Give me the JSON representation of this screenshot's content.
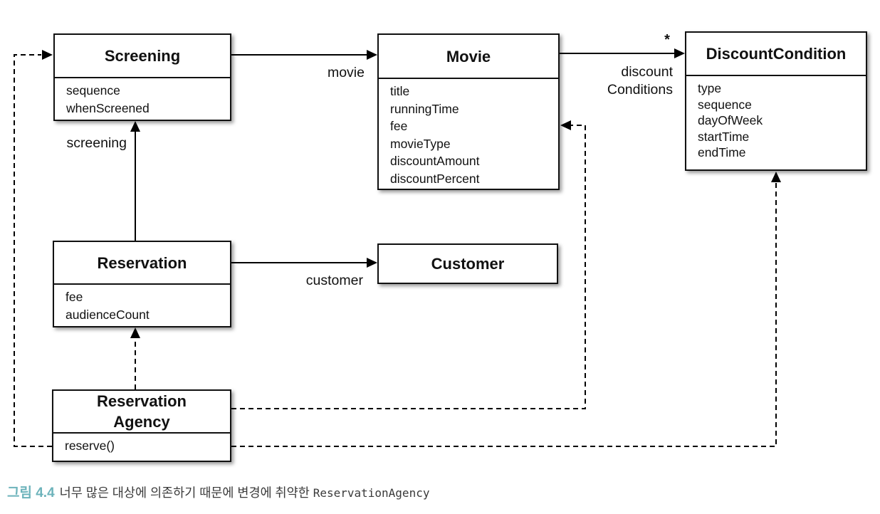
{
  "classes": {
    "screening": {
      "name": "Screening",
      "attributes": [
        "sequence",
        "whenScreened"
      ]
    },
    "movie": {
      "name": "Movie",
      "attributes": [
        "title",
        "runningTime",
        "fee",
        "movieType",
        "discountAmount",
        "discountPercent"
      ]
    },
    "discount_condition": {
      "name": "DiscountCondition",
      "attributes": [
        "type",
        "sequence",
        "dayOfWeek",
        "startTime",
        "endTime"
      ]
    },
    "reservation": {
      "name": "Reservation",
      "attributes": [
        "fee",
        "audienceCount"
      ]
    },
    "customer": {
      "name": "Customer",
      "attributes": []
    },
    "reservation_agency": {
      "name_line1": "Reservation",
      "name_line2": "Agency",
      "methods": [
        "reserve()"
      ]
    }
  },
  "edge_labels": {
    "movie": "movie",
    "discount_line1": "discount",
    "discount_line2": "Conditions",
    "multiplicity": "*",
    "screening": "screening",
    "customer": "customer"
  },
  "relationships": [
    {
      "from": "Screening",
      "to": "Movie",
      "label": "movie",
      "style": "solid"
    },
    {
      "from": "Movie",
      "to": "DiscountCondition",
      "label": "discountConditions",
      "multiplicity": "*",
      "style": "solid"
    },
    {
      "from": "Reservation",
      "to": "Screening",
      "label": "screening",
      "style": "solid"
    },
    {
      "from": "Reservation",
      "to": "Customer",
      "label": "customer",
      "style": "solid"
    },
    {
      "from": "ReservationAgency",
      "to": "Reservation",
      "style": "dashed"
    },
    {
      "from": "ReservationAgency",
      "to": "Screening",
      "style": "dashed"
    },
    {
      "from": "ReservationAgency",
      "to": "Movie",
      "style": "dashed"
    },
    {
      "from": "ReservationAgency",
      "to": "DiscountCondition",
      "style": "dashed"
    }
  ],
  "caption": {
    "figure_label": "그림 4.4",
    "text": "너무 많은 대상에 의존하기 때문에 변경에 취약한 ",
    "code": "ReservationAgency"
  },
  "colors": {
    "caption_accent": "#6db3bb",
    "line": "#000000",
    "box_border": "#111111",
    "box_fill": "#ffffff"
  }
}
